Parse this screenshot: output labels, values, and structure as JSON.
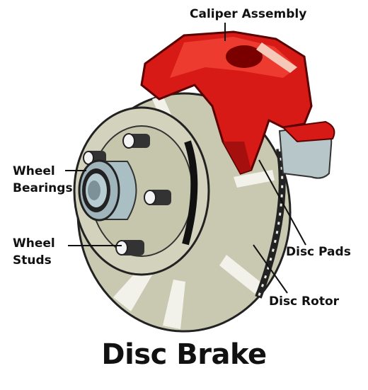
{
  "title": "Disc Brake",
  "labels": {
    "caliper": "Caliper Assembly",
    "bearings_line1": "Wheel",
    "bearings_line2": "Bearings",
    "studs_line1": "Wheel",
    "studs_line2": "Studs",
    "pads": "Disc Pads",
    "rotor": "Disc Rotor"
  },
  "colors": {
    "caliper_red": "#d81a16",
    "rotor": "#ccccb3",
    "hub": "#a9bfc4"
  }
}
